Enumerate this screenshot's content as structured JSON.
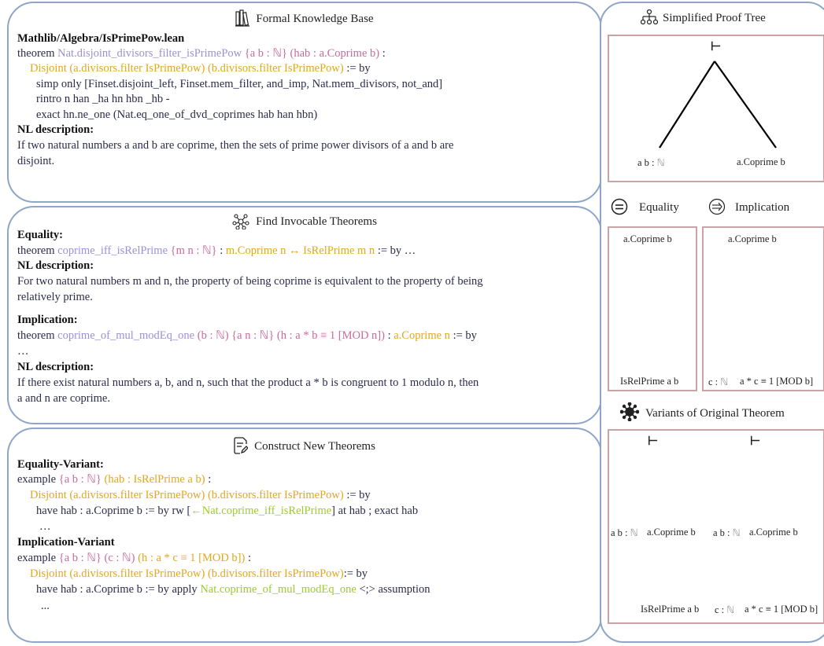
{
  "kb": {
    "title": "Formal Knowledge Base",
    "file": "Mathlib/Algebra/IsPrimePow.lean",
    "l1_kw": "theorem",
    "l1_name": "Nat.disjoint_divisors_filter_isPrimePow",
    "l1_vars": "{a b : ℕ}",
    "l1_hyp": "(hab : a.Coprime b)",
    "l1_end": ":",
    "l2_goal": "Disjoint (a.divisors.filter IsPrimePow) (b.divisors.filter IsPrimePow)",
    "l2_end": ":= by",
    "l3": "simp only [Finset.disjoint_left, Finset.mem_filter, and_imp, Nat.mem_divisors, not_and]",
    "l4": "rintro n han _ha hn hbn _hb -",
    "l5": "exact hn.ne_one (Nat.eq_one_of_dvd_coprimes hab han hbn)",
    "nl_head": "NL description:",
    "nl1": "If two natural numbers a and b are coprime, then the sets of prime power divisors of a and b are",
    "nl2": "disjoint."
  },
  "find": {
    "title": "Find Invocable Theorems",
    "eq_head": "Equality:",
    "eq_kw": "theorem",
    "eq_name": "coprime_iff_isRelPrime",
    "eq_vars": "{m n : ℕ}",
    "eq_colon": ":",
    "eq_stmt": "m.Coprime n ↔ IsRelPrime m n",
    "eq_end": ":= by …",
    "nl_head": "NL description:",
    "eq_nl1": "For two natural numbers m and n, the property of being coprime is equivalent to the property of being",
    "eq_nl2": "relatively prime.",
    "imp_head": "Implication:",
    "imp_kw": "theorem",
    "imp_name": "coprime_of_mul_modEq_one",
    "imp_b": "(b : ℕ)",
    "imp_vars": "{a n : ℕ}",
    "imp_h": "(h : a * b ≡ 1 [MOD n])",
    "imp_colon": ":",
    "imp_goal": "a.Coprime n",
    "imp_end": ":= by",
    "imp_dots": "…",
    "imp_nl1": "If there exist natural numbers a, b, and n, such that the product a * b is congruent to 1 modulo n, then",
    "imp_nl2": "a and n are coprime."
  },
  "construct": {
    "title": "Construct New Theorems",
    "eqv_head": "Equality-Variant:",
    "eqv_kw": "example",
    "eqv_vars": "{a b : ℕ}",
    "eqv_hyp": "(hab : IsRelPrime a b)",
    "eqv_colon": ":",
    "eqv_goal": "Disjoint (a.divisors.filter IsPrimePow) (b.divisors.filter IsPrimePow)",
    "eqv_by": ":= by",
    "eqv_have1": "have hab : a.Coprime b := by rw [",
    "eqv_rw": "←Nat.coprime_iff_isRelPrime",
    "eqv_have2": "] at hab ; exact hab",
    "eqv_dots": "…",
    "impv_head": "Implication-Variant",
    "impv_kw": "example",
    "impv_vars": "{a b : ℕ}",
    "impv_c": "(c : ℕ)",
    "impv_h": "(h : a * c ≡ 1 [MOD b])",
    "impv_colon": ":",
    "impv_goal": "Disjoint (a.divisors.filter IsPrimePow) (b.divisors.filter IsPrimePow)",
    "impv_by": ":= by",
    "impv_have1": "have hab : a.Coprime b := by apply",
    "impv_apply": "Nat.coprime_of_mul_modEq_one",
    "impv_have2": "<;> assumption",
    "impv_dots": "..."
  },
  "right": {
    "tree_title": "Simplified Proof Tree",
    "turnstile": "⊢",
    "tree_left": "a b : ",
    "nat": "ℕ",
    "tree_right": "a.Coprime b",
    "legend_eq": "Equality",
    "legend_imp": "Implication",
    "eq_top": "a.Coprime b",
    "eq_bottom": "IsRelPrime a b",
    "imp_top": "a.Coprime b",
    "imp_left": "c : ",
    "imp_right": "a * c ≡ 1 [MOD b]",
    "variants_title": "Variants of Original Theorem",
    "v_left_a": "a b : ",
    "v_right_a": "a.Coprime b",
    "v_bottom_a": "IsRelPrime a b",
    "v_left_b": "a b : ",
    "v_right_b": "a.Coprime b",
    "v_c": "c : ",
    "v_mod": "a * c ≡ 1 [MOD b]"
  },
  "colors": {
    "panel_border": "#8ea5c8",
    "box_border": "#c9a4a4",
    "purple": "#9d8fd6",
    "pink": "#c86a9e",
    "gold": "#e0a81c",
    "green": "#9ccc2a"
  },
  "icons": [
    "books-icon",
    "network-icon",
    "document-edit-icon",
    "hierarchy-icon",
    "equal-circle-icon",
    "implies-circle-icon",
    "virus-icon"
  ]
}
